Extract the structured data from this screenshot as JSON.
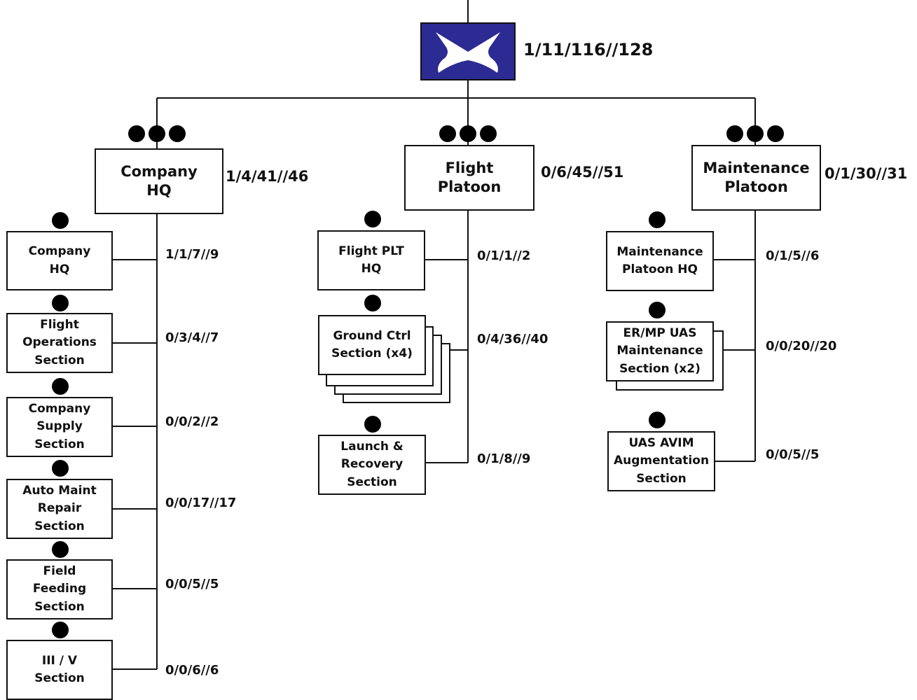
{
  "root": {
    "strength": "1/11/116//128",
    "icon": "uas-unit-symbol-icon",
    "fill_color": "#2c2b93"
  },
  "company_hq": {
    "title": "Company\nHQ",
    "strength": "1/4/41//46"
  },
  "flight_platoon": {
    "title": "Flight\nPlatoon",
    "strength": "0/6/45//51"
  },
  "maintenance_platoon": {
    "title": "Maintenance\nPlatoon",
    "strength": "0/1/30//31"
  },
  "company_sections": [
    {
      "title": "Company\nHQ",
      "strength": "1/1/7//9"
    },
    {
      "title": "Flight\nOperations\nSection",
      "strength": "0/3/4//7"
    },
    {
      "title": "Company\nSupply\nSection",
      "strength": "0/0/2//2"
    },
    {
      "title": "Auto Maint\nRepair\nSection",
      "strength": "0/0/17//17"
    },
    {
      "title": "Field\nFeeding\nSection",
      "strength": "0/0/5//5"
    },
    {
      "title": "III / V\nSection",
      "strength": "0/0/6//6"
    }
  ],
  "flight_sections": [
    {
      "title": "Flight PLT\nHQ",
      "strength": "0/1/1//2"
    },
    {
      "title": "Ground Ctrl\nSection (x4)",
      "strength": "0/4/36//40"
    },
    {
      "title": "Launch &\nRecovery\nSection",
      "strength": "0/1/8//9"
    }
  ],
  "maintenance_sections": [
    {
      "title": "Maintenance\nPlatoon HQ",
      "strength": "0/1/5//6"
    },
    {
      "title": "ER/MP UAS\nMaintenance\nSection (x2)",
      "strength": "0/0/20//20"
    },
    {
      "title": "UAS AVIM\nAugmentation\nSection",
      "strength": "0/0/5//5"
    }
  ]
}
